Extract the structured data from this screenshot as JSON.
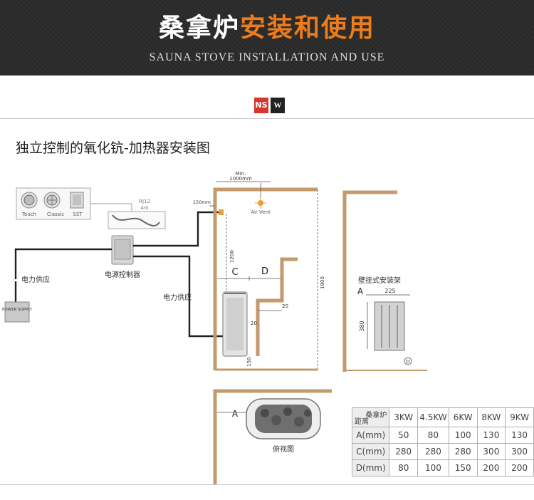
{
  "header": {
    "title_white": "桑拿炉",
    "title_orange": "安装和使用",
    "subtitle": "SAUNA STOVE INSTALLATION AND USE"
  },
  "badges": {
    "ns": "NS",
    "w": "W"
  },
  "diagram": {
    "title": "独立控制的氧化钪-加热器安装图",
    "controllers": [
      "Touch",
      "Classic",
      "SST"
    ],
    "cable": {
      "name": "RJ12",
      "length": "4m"
    },
    "power_supply": "POWER SUPPLY",
    "power_label_1": "电力供应",
    "power_label_2": "电力供应",
    "control_box": "电源控制器",
    "dims": {
      "min_label": "Min.",
      "min_value": "1000mm",
      "air_vent": "Air Vent",
      "d150mm": "150mm",
      "d1200": "1200",
      "d1900": "1900",
      "d20a": "20",
      "d20b": "20",
      "d150": "150",
      "C": "C",
      "D": "D"
    },
    "bracket": {
      "title": "壁挂式安装架",
      "A": "A",
      "w225": "225",
      "h380": "380",
      "D": "D"
    },
    "top_view": {
      "A": "A",
      "label": "俯视图"
    }
  },
  "spec_table": {
    "corner_top": "桑拿炉",
    "corner_bottom": "距离",
    "headers": [
      "3KW",
      "4.5KW",
      "6KW",
      "8KW",
      "9KW"
    ],
    "rows": [
      {
        "label": "A(mm)",
        "values": [
          "50",
          "80",
          "100",
          "130",
          "130"
        ]
      },
      {
        "label": "C(mm)",
        "values": [
          "280",
          "280",
          "280",
          "300",
          "300"
        ]
      },
      {
        "label": "D(mm)",
        "values": [
          "80",
          "100",
          "150",
          "200",
          "200"
        ]
      }
    ]
  }
}
